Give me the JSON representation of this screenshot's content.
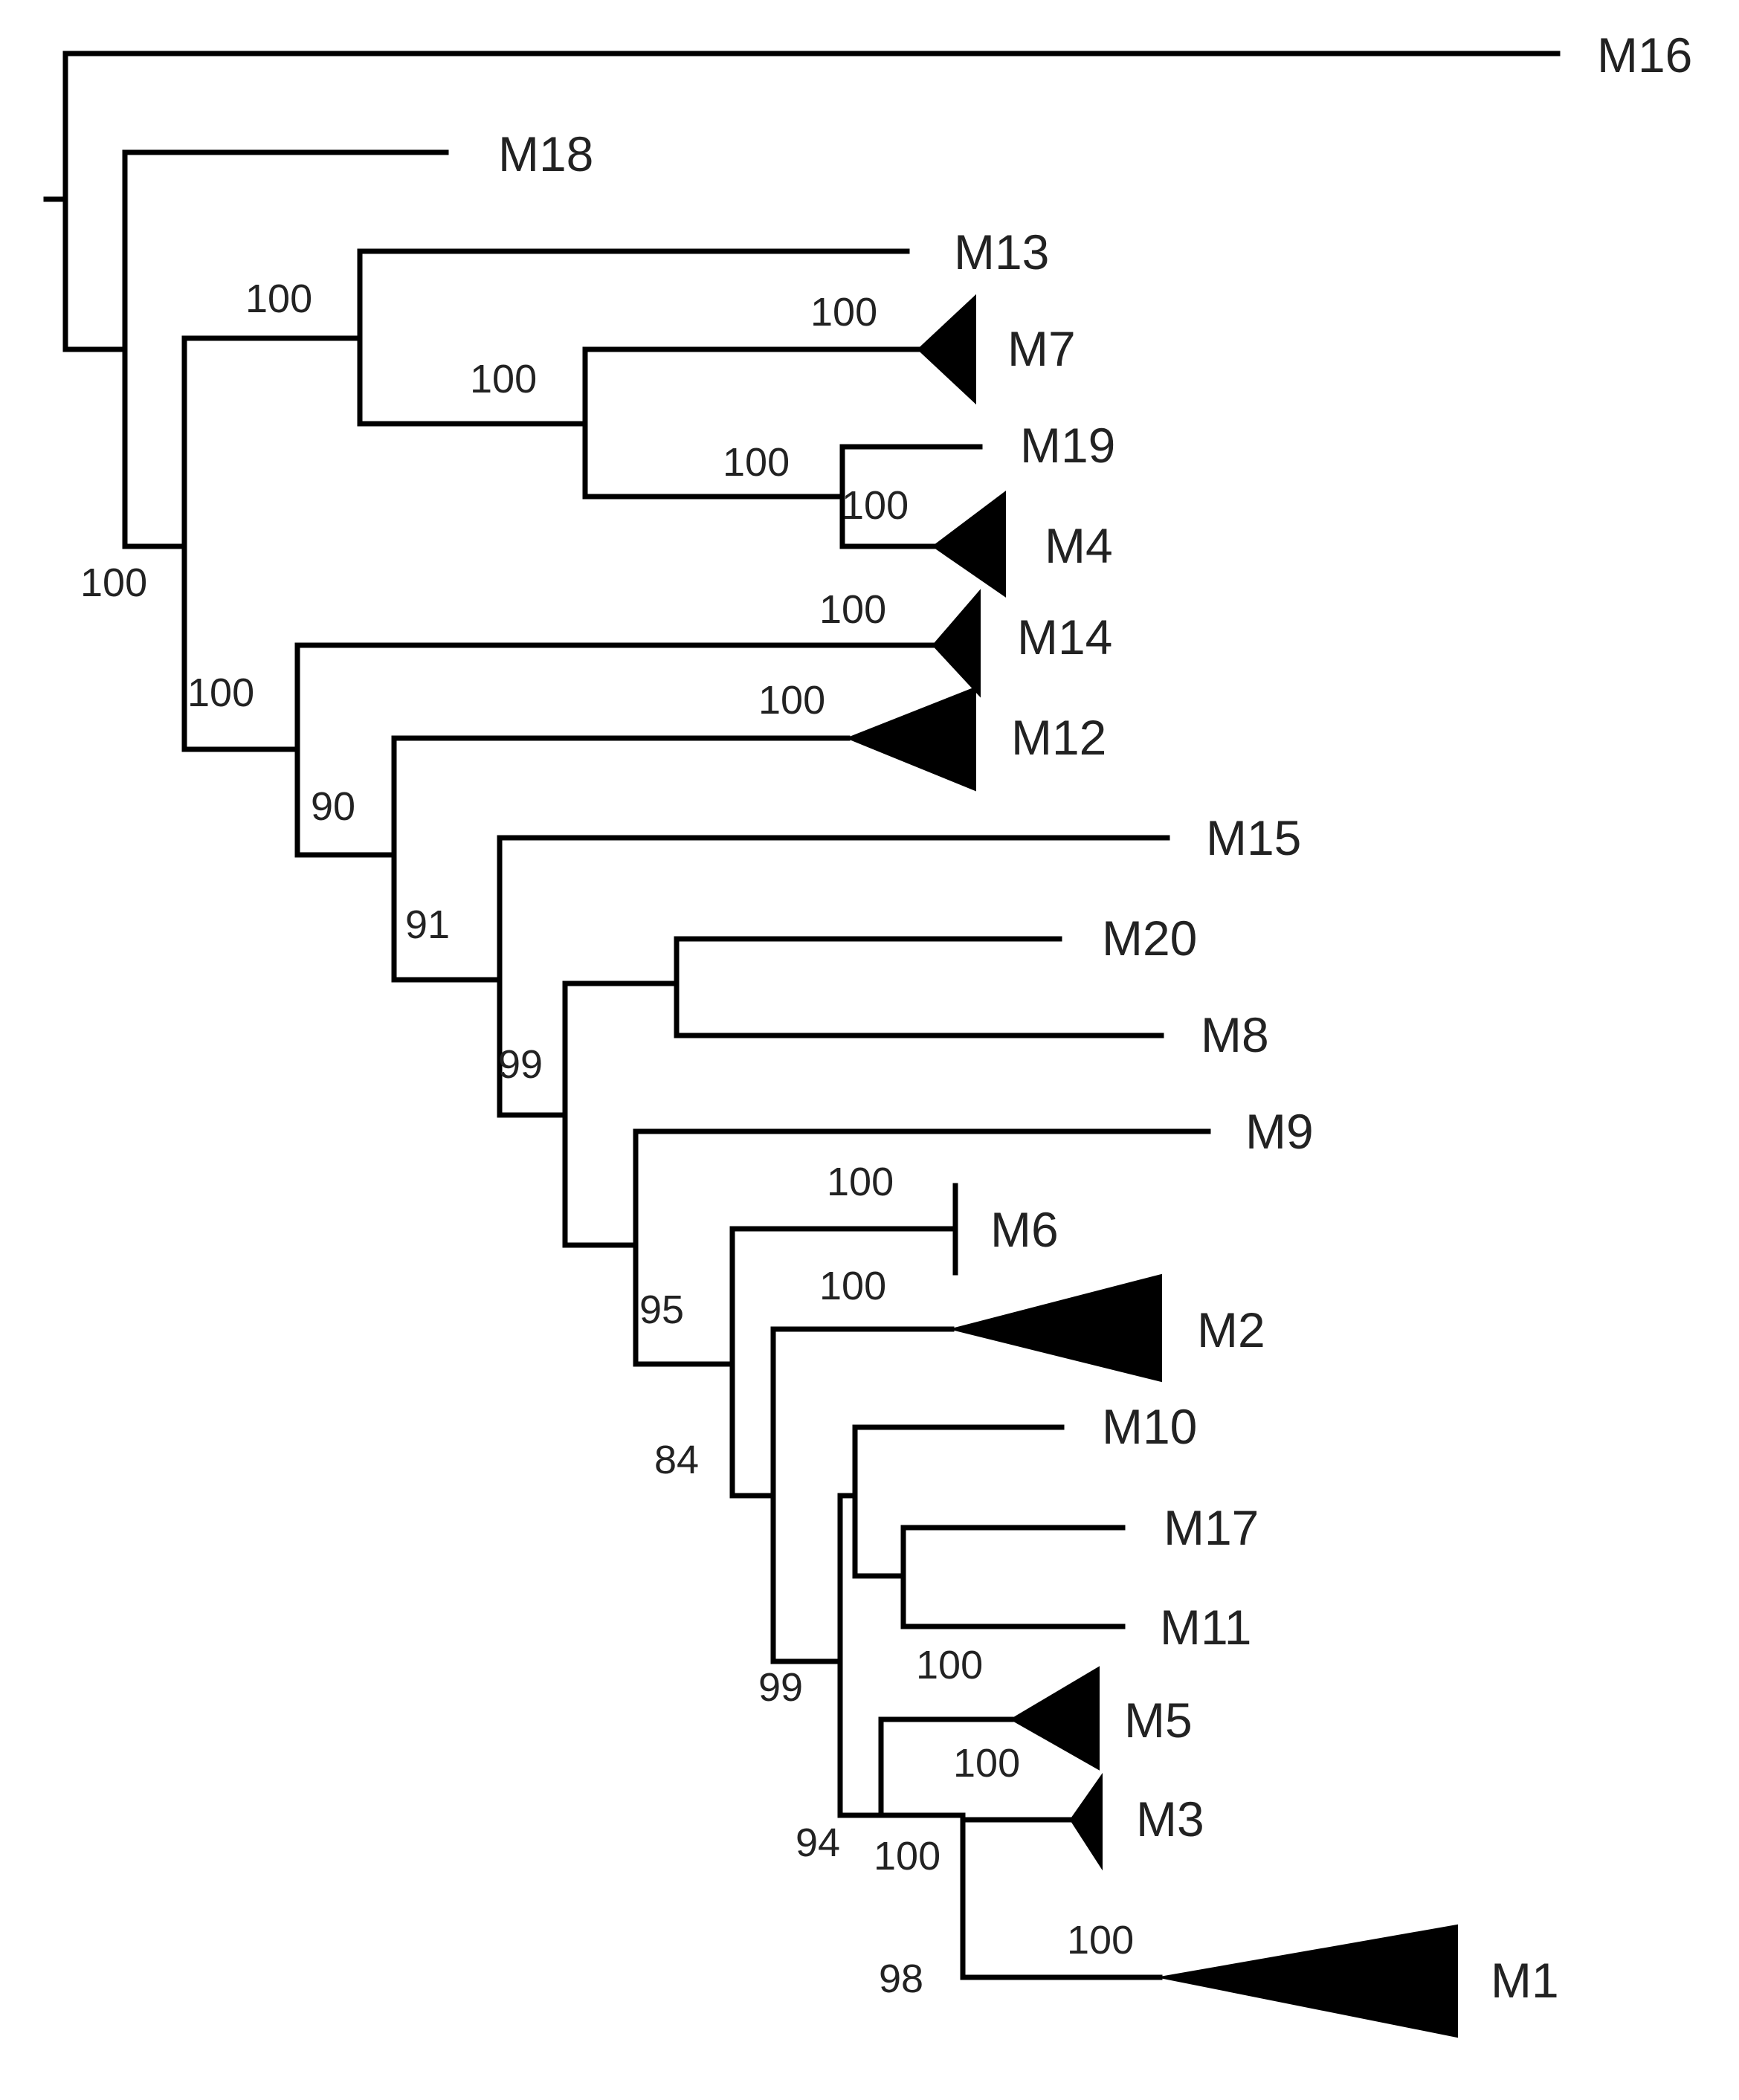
{
  "tree": {
    "leaves": {
      "M16": "M16",
      "M18": "M18",
      "M13": "M13",
      "M7": "M7",
      "M19": "M19",
      "M4": "M4",
      "M14": "M14",
      "M12": "M12",
      "M15": "M15",
      "M20": "M20",
      "M8": "M8",
      "M9": "M9",
      "M6": "M6",
      "M2": "M2",
      "M10": "M10",
      "M17": "M17",
      "M11": "M11",
      "M5": "M5",
      "M3": "M3",
      "M1": "M1"
    },
    "support": {
      "n_m7m19m4": "100",
      "n_m19m4": "100",
      "n_m13grp": "100",
      "n_m18rest": "100",
      "n_big": "100",
      "n_m14m12rest": "90",
      "n_m12rest": "91",
      "n_m15rest": "99",
      "n_m9rest": "95",
      "n_m6rest": "84",
      "n_m2rest": "99",
      "n_m10m17m11_rest": "94",
      "n_m5m3m1": "100",
      "n_m3m1": "98",
      "c_m7": "100",
      "c_m4": "100",
      "c_m14": "100",
      "c_m12": "100",
      "c_m6": "100",
      "c_m2": "100",
      "c_m5": "100",
      "c_m3": "100",
      "c_m1": "100"
    }
  }
}
